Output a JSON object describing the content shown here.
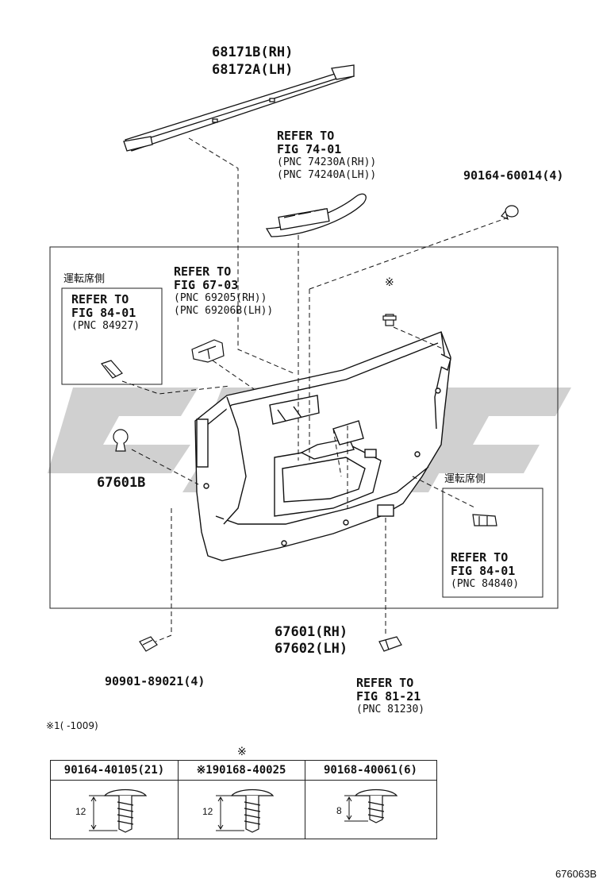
{
  "parts": {
    "moulding": {
      "rh": "68171B(RH)",
      "lh": "68172A(LH)"
    },
    "switch_ref": {
      "line1": "REFER TO",
      "line2": "FIG 74-01",
      "line3": "(PNC 74230A(RH))",
      "line4": "(PNC 74240A(LH))"
    },
    "clip_top": "90164-60014(4)",
    "driver_side_left": {
      "jp": "運転席側",
      "line1": "REFER TO",
      "line2": "FIG 84-01",
      "line3": "(PNC 84927)"
    },
    "handle_ref": {
      "line1": "REFER TO",
      "line2": "FIG 67-03",
      "line3": "(PNC 69205(RH))",
      "line4": "(PNC 69206B(LH))"
    },
    "note_mark": "※",
    "clip_left": "67601B",
    "driver_side_right": {
      "jp": "運転席側",
      "line1": "REFER TO",
      "line2": "FIG 84-01",
      "line3": "(PNC 84840)"
    },
    "panel": {
      "rh": "67601(RH)",
      "lh": "67602(LH)"
    },
    "clip_bottom": "90901-89021(4)",
    "lamp_ref": {
      "line1": "REFER TO",
      "line2": "FIG 81-21",
      "line3": "(PNC 81230)"
    },
    "footnote": "※1(   -1009)"
  },
  "table": {
    "top_mark": "※",
    "columns": [
      {
        "header": "90164-40105(21)",
        "dim": "12"
      },
      {
        "header": "※190168-40025",
        "dim": "12"
      },
      {
        "header": "90168-40061(6)",
        "dim": "8"
      }
    ]
  },
  "figure_code": "676063B",
  "colors": {
    "ink": "#111111",
    "watermark": "#c8c8c8"
  }
}
